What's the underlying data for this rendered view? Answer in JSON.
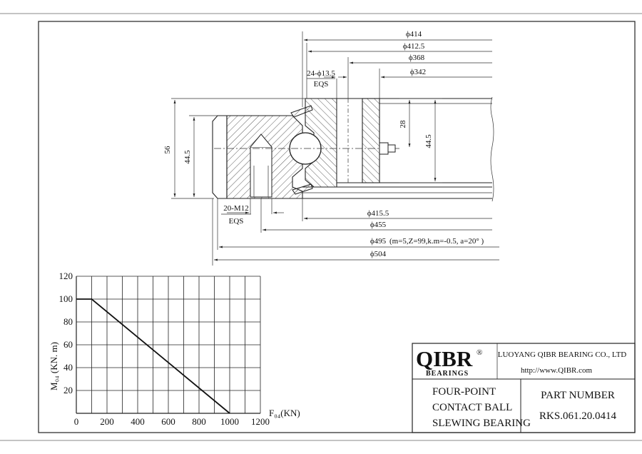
{
  "drawing": {
    "dimensions_top": [
      {
        "id": "d414",
        "label": "ϕ414"
      },
      {
        "id": "d4125",
        "label": "ϕ412.5"
      },
      {
        "id": "d368",
        "label": "ϕ368"
      },
      {
        "id": "d342",
        "label": "ϕ342"
      }
    ],
    "bolt_inner": {
      "line1": "24-ϕ13.5",
      "line2": "EQS"
    },
    "bolt_outer": {
      "line1": "20-M12",
      "line2": "EQS"
    },
    "dimensions_bottom": [
      {
        "id": "d4155",
        "label": "ϕ415.5"
      },
      {
        "id": "d455",
        "label": "ϕ455"
      },
      {
        "id": "d495",
        "label": "ϕ495",
        "note": "(m=5,Z=99,k.m=-0.5, a=20° )"
      },
      {
        "id": "d504",
        "label": "ϕ504"
      }
    ],
    "heights": {
      "overall": "56",
      "outer_ring": "44.5",
      "inner_ring": "44.5",
      "offset": "28"
    }
  },
  "chart_data": {
    "type": "line",
    "xlabel": "F₀₄(KN)",
    "ylabel": "M₀₄ (KN. m)",
    "xticks": [
      "0",
      "200",
      "400",
      "600",
      "800",
      "1000",
      "1200"
    ],
    "yticks": [
      "20",
      "40",
      "60",
      "80",
      "100",
      "120"
    ],
    "xlim": [
      0,
      1200
    ],
    "ylim": [
      0,
      120
    ],
    "grid": true,
    "series": [
      {
        "x": [
          0,
          100,
          1000
        ],
        "y": [
          100,
          100,
          0
        ]
      }
    ]
  },
  "title_block": {
    "brand": "QIBR",
    "brand_sub": "BEARINGS",
    "registered": "®",
    "company": "LUOYANG QIBR BEARING CO., LTD",
    "website": "http://www.QIBR.com",
    "description_lines": [
      "FOUR-POINT",
      "CONTACT BALL",
      "SLEWING BEARING"
    ],
    "part_number_label": "PART NUMBER",
    "part_number": "RKS.061.20.0414"
  }
}
